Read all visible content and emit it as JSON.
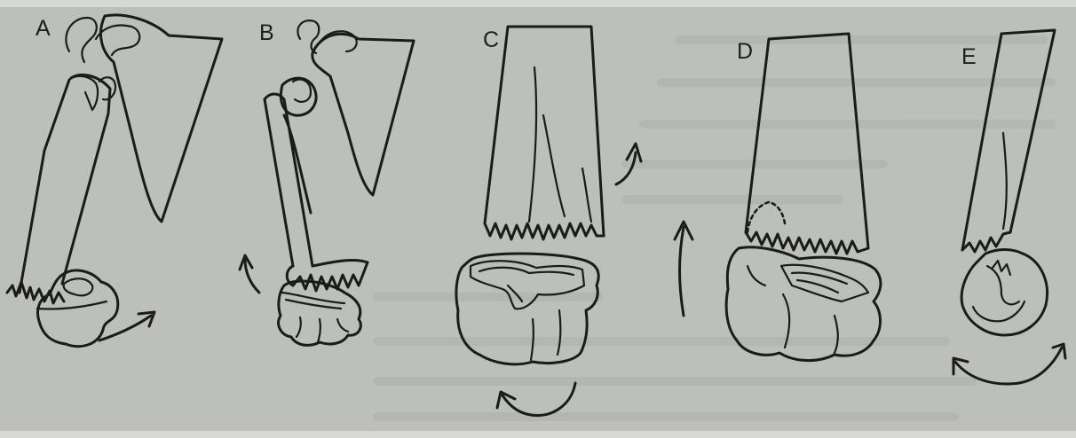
{
  "figure": {
    "panels": [
      {
        "id": "A",
        "label": "A"
      },
      {
        "id": "B",
        "label": "B"
      },
      {
        "id": "C",
        "label": "C"
      },
      {
        "id": "D",
        "label": "D"
      },
      {
        "id": "E",
        "label": "E"
      }
    ],
    "colors": {
      "paper": "#bdbfbc",
      "ink": "#1b1b1b",
      "show_through_text": "#a8aaa7"
    }
  }
}
